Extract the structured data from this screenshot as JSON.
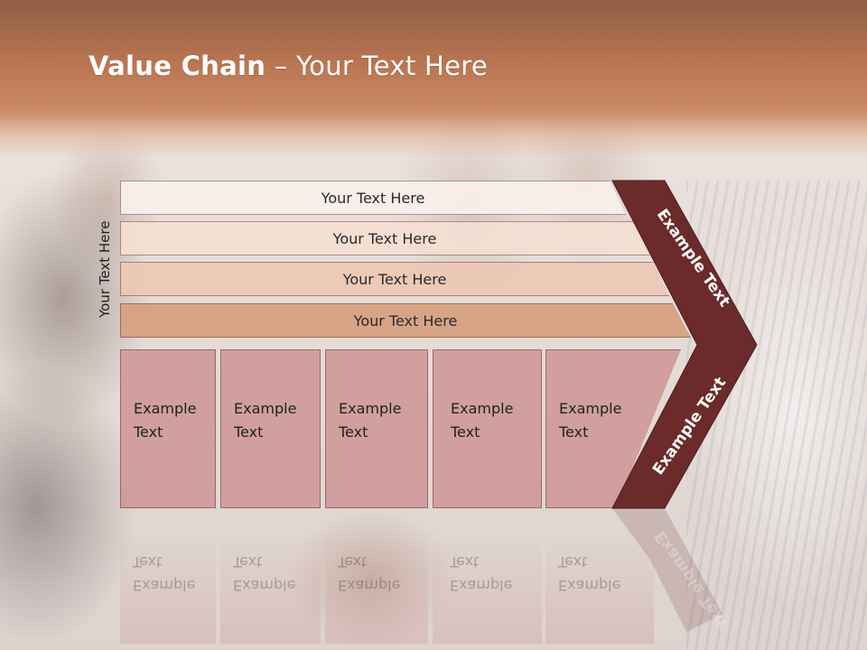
{
  "slide": {
    "title_bold": "Value Chain",
    "title_rest": " – Your Text Here",
    "side_label": "Your Text Here",
    "bars": [
      "Your Text Here",
      "Your Text Here",
      "Your Text Here",
      "Your Text Here"
    ],
    "boxes": [
      {
        "line1": "Example",
        "line2": "Text"
      },
      {
        "line1": "Example",
        "line2": "Text"
      },
      {
        "line1": "Example",
        "line2": "Text"
      },
      {
        "line1": "Example",
        "line2": "Text"
      },
      {
        "line1": "Example",
        "line2": "Text"
      }
    ],
    "chevron_top_label": "Example Text",
    "chevron_bottom_label": "Example Text"
  },
  "colors": {
    "header": "#b97552",
    "chevron": "#6b2b2b",
    "box_fill": "#cd9696"
  }
}
